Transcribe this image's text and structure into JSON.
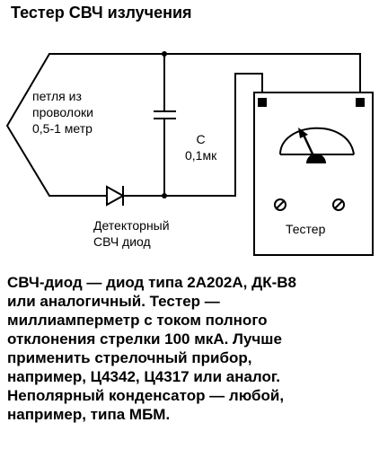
{
  "title": "Тестер СВЧ излучения",
  "labels": {
    "loop": [
      "петля из",
      "проволоки",
      "0,5-1 метр"
    ],
    "capacitor": [
      "С",
      "0,1мк"
    ],
    "diode": [
      "Детекторный",
      "СВЧ диод"
    ],
    "tester": "Тестер"
  },
  "description": [
    "СВЧ-диод — диод типа 2А202А, ДК-В8",
    "или аналогичный. Тестер —",
    "миллиамперметр с током полного",
    "отклонения стрелки 100 мкА. Лучше",
    "применить стрелочный прибор,",
    "например, Ц4342, Ц4317 или аналог.",
    "Неполярный конденсатор — любой,",
    "например, типа МБМ."
  ]
}
